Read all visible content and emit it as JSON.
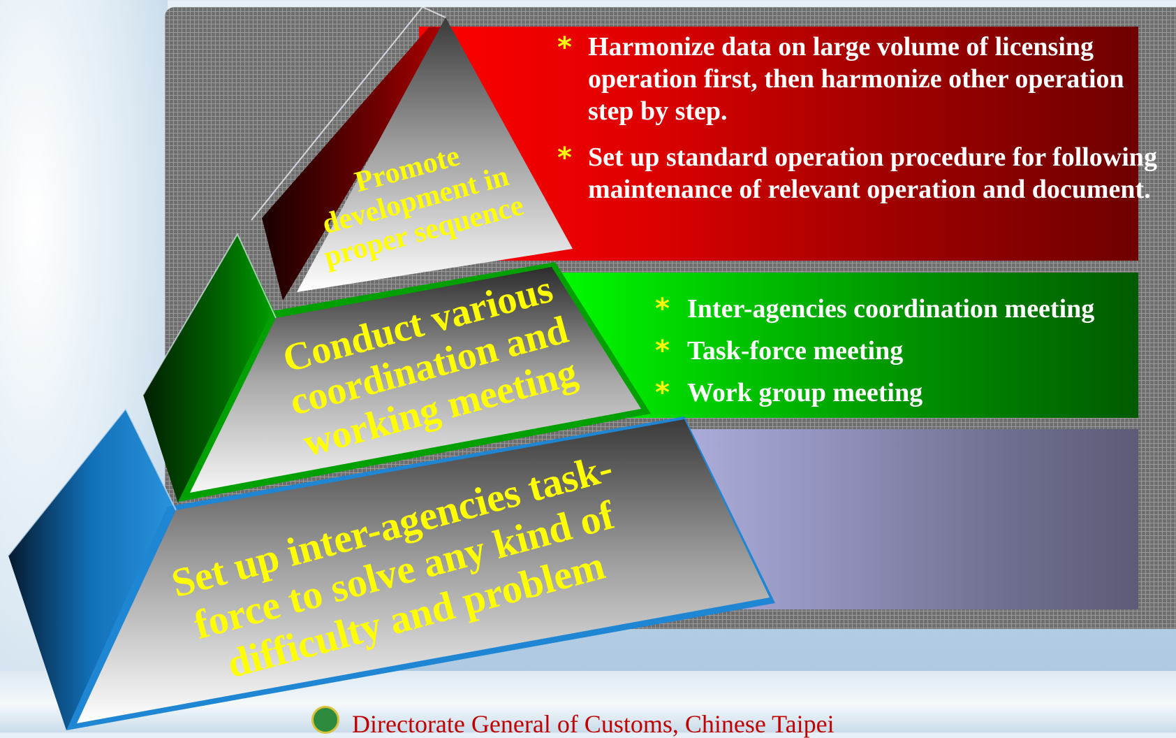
{
  "tiers": {
    "top": {
      "lines": [
        "Promote",
        "development in",
        "proper sequence"
      ],
      "bullets": [
        "Harmonize data  on large volume of licensing operation first, then harmonize other operation step by step.",
        "Set up standard operation procedure for following maintenance of relevant operation and document."
      ],
      "band_color": "#d40000"
    },
    "middle": {
      "lines": [
        "Conduct various",
        "coordination and",
        "working meeting"
      ],
      "bullets": [
        "Inter-agencies coordination meeting",
        "Task-force meeting",
        "Work group meeting"
      ],
      "band_color": "#00b400"
    },
    "bottom": {
      "lines": [
        "Set up inter-agencies task-",
        "force to solve any kind of",
        "difficulty and problem"
      ],
      "band_color": "#8a8ab0"
    }
  },
  "bullet_symbol": "*",
  "footer": {
    "text": "Directorate General of Customs, Chinese Taipei",
    "logo_icon": "customs-emblem-icon"
  }
}
